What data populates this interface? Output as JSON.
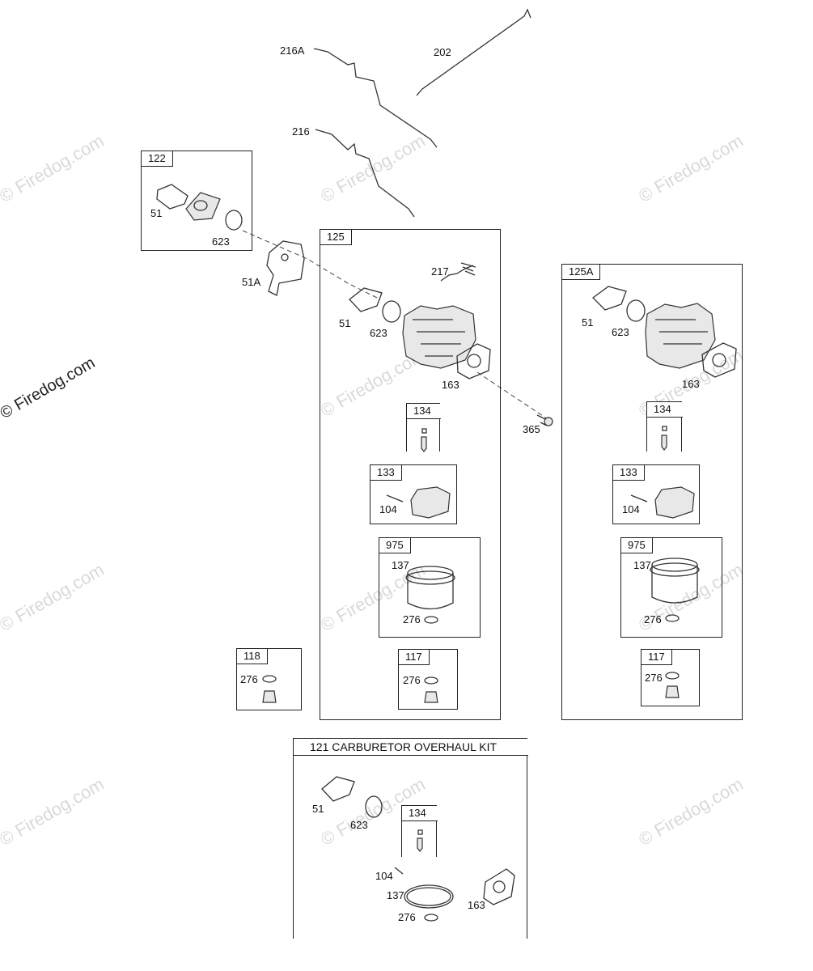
{
  "watermark": "© Firedog.com",
  "boxes": {
    "b122": "122",
    "b125": "125",
    "b125a": "125A",
    "b134_a": "134",
    "b133_a": "133",
    "b975_a": "975",
    "b117_a": "117",
    "b118": "118",
    "b134_b": "134",
    "b133_b": "133",
    "b975_b": "975",
    "b117_b": "117",
    "b121": "121 CARBURETOR OVERHAUL KIT",
    "b134_c": "134"
  },
  "labels": {
    "l216a": "216A",
    "l202": "202",
    "l216": "216",
    "l51_122": "51",
    "l623_122": "623",
    "l51a": "51A",
    "l217": "217",
    "l51_125": "51",
    "l623_125": "623",
    "l163_125": "163",
    "l365": "365",
    "l104_a": "104",
    "l137_a": "137",
    "l276_a": "276",
    "l276_117a": "276",
    "l276_118": "276",
    "l51_125a": "51",
    "l623_125a": "623",
    "l163_125a": "163",
    "l104_b": "104",
    "l137_b": "137",
    "l276_b": "276",
    "l276_117b": "276",
    "l51_kit": "51",
    "l623_kit": "623",
    "l104_kit": "104",
    "l137_kit": "137",
    "l276_kit": "276",
    "l163_kit": "163"
  }
}
